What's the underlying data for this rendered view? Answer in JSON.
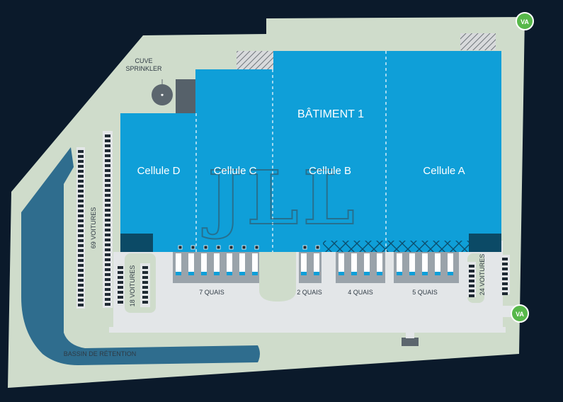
{
  "building": {
    "title": "BÂTIMENT 1",
    "cells": [
      "Cellule D",
      "Cellule C",
      "Cellule B",
      "Cellule A"
    ]
  },
  "labels": {
    "sprinkler_line1": "CUVE",
    "sprinkler_line2": "SPRINKLER",
    "parking_69": "69 VOITURES",
    "parking_18": "18 VOITURES",
    "parking_24": "24 VOITURES",
    "docks_7": "7 QUAIS",
    "docks_2": "2 QUAIS",
    "docks_4": "4 QUAIS",
    "docks_5": "5 QUAIS",
    "basin": "BASSIN DE RÉTENTION"
  },
  "access_markers": [
    "VA",
    "VA"
  ],
  "watermark": "JLL",
  "colors": {
    "background": "#0b1a2b",
    "grass": "#cfdccb",
    "pavement": "#e6e8ea",
    "building": "#0f9fd8",
    "water": "#2f6d8e",
    "marker": "#57b84a"
  }
}
